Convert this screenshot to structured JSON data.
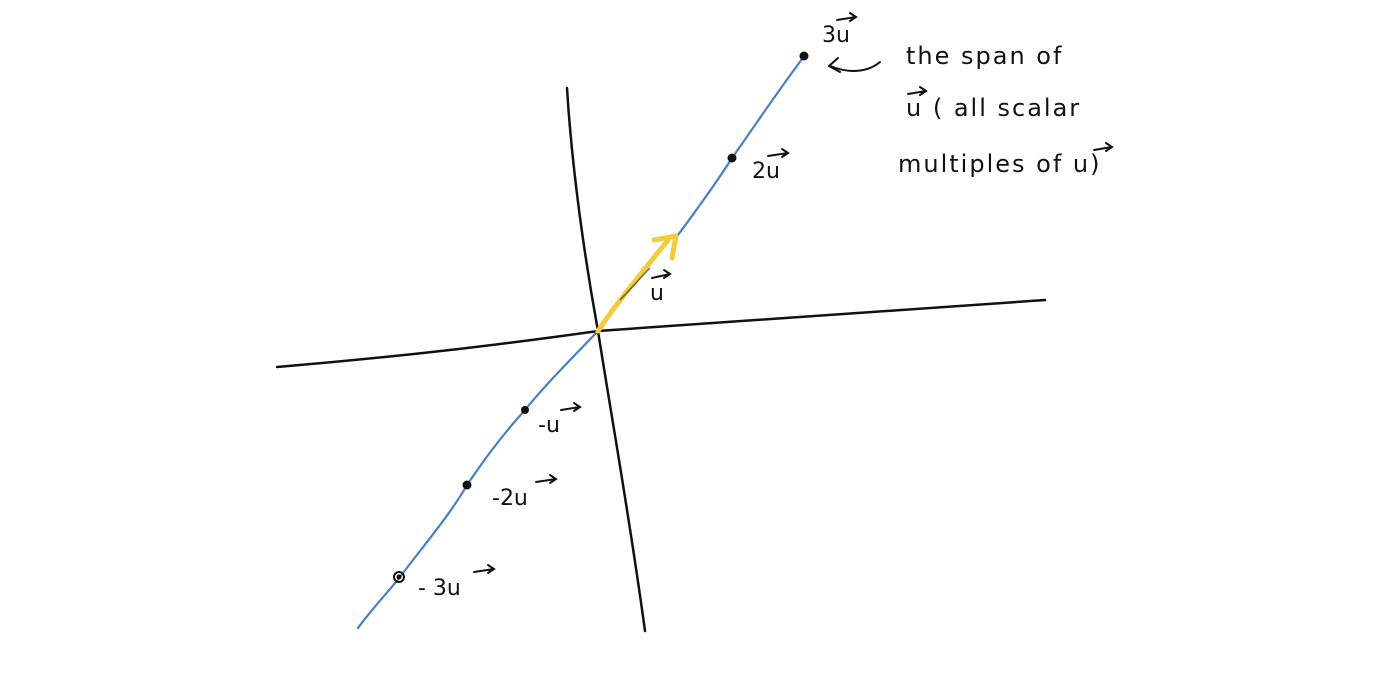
{
  "colors": {
    "background": "#ffffff",
    "axes": "#111111",
    "span_line": "#4a7fc0",
    "vector_u": "#f2cc3c",
    "points": "#111111"
  },
  "labels": {
    "u": "u",
    "pos_1": "2u",
    "pos_2": "3u",
    "neg_1": "-u",
    "neg_2": "-2u",
    "neg_3": "- 3u"
  },
  "annotation": {
    "line1": "the span of",
    "line2": "u ( all scalar",
    "line3": "multiples of u)"
  }
}
